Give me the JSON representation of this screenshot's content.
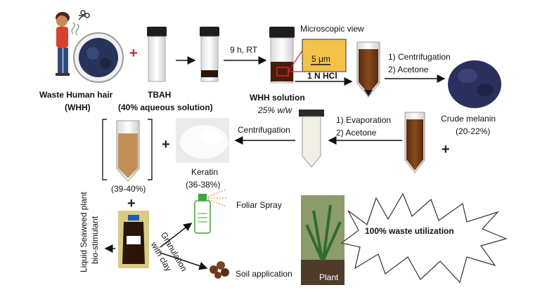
{
  "labels": {
    "waste_hair": "Waste Human hair",
    "whh": "(WHH)",
    "tbah": "TBAH",
    "tbah_conc": "(40% aqueous solution)",
    "conditions": "9 h, RT",
    "microscopic_view": "Microscopic view",
    "scale": "5 μm",
    "whh_solution": "WHH solution",
    "whh_conc": "25% w/w",
    "hcl": "1 N HCl",
    "step_centrifugation_1": "1)   Centrifugation",
    "step_acetone_2": "2)   Acetone",
    "crude_melanin": "Crude melanin",
    "melanin_yield": "(20-22%)",
    "step_evaporation_1": "1)   Evaporation",
    "step_acetone_2b": "2)   Acetone",
    "centrifugation": "Centrifugation",
    "keratin": "Keratin",
    "keratin_yield": "(36-38%)",
    "supernatant_yield": "(39-40%)",
    "liquid_seaweed_1": "Liquid Seaweed plant",
    "liquid_seaweed_2": "bio-stimulant",
    "foliar_spray": "Foliar Spray",
    "granulation_1": "Granulation",
    "granulation_2": "with clay",
    "soil_application": "Soil application",
    "plant": "Plant",
    "waste_utilization": "100% waste utilization"
  },
  "colors": {
    "arrow": "#111111",
    "highlight_box": "#d2232a",
    "plus_red": "#c8262c",
    "melanin": "#2b2f5e",
    "keratin": "#f4f4f2",
    "liquid_brown": "#6b3312",
    "micro_bg": "#f2c24b"
  }
}
